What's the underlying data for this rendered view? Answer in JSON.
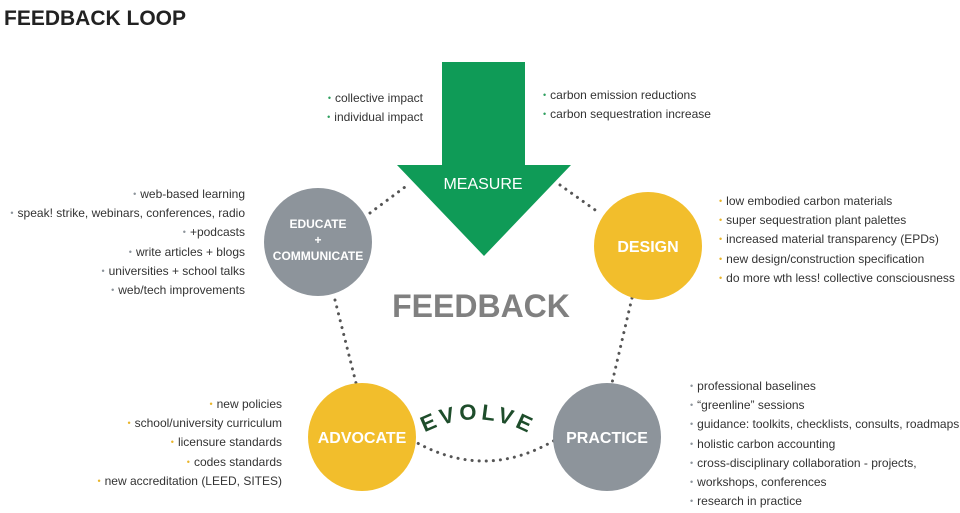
{
  "title": "FEEDBACK LOOP",
  "center_label": "FEEDBACK",
  "evolve_label": "EVOLVE",
  "colors": {
    "green": "#0f9b57",
    "yellow": "#f2be2c",
    "gray": "#8d949b",
    "dark_green": "#1e4d2b",
    "center_text": "#808080",
    "bullet_green": "#2e9f5e",
    "bullet_yellow": "#e9b52a",
    "bullet_gray": "#8d949b"
  },
  "nodes": {
    "measure": "MEASURE",
    "design": "DESIGN",
    "practice": "PRACTICE",
    "advocate": "ADVOCATE",
    "educate": [
      "EDUCATE",
      "+",
      "COMMUNICATE"
    ]
  },
  "lists": {
    "measure_left": [
      "collective impact",
      "individual impact"
    ],
    "measure_right": [
      "carbon emission reductions",
      "carbon sequestration increase"
    ],
    "design": [
      "low embodied carbon materials",
      "super sequestration plant palettes",
      "increased material transparency (EPDs)",
      "new design/construction specification",
      "do more wth less! collective consciousness"
    ],
    "practice": [
      "professional baselines",
      "“greenline” sessions",
      "guidance: toolkits, checklists, consults, roadmaps",
      "holistic carbon accounting",
      "cross-disciplinary collaboration - projects,",
      "workshops, conferences",
      "research in practice"
    ],
    "advocate": [
      "new policies",
      "school/university curriculum",
      "licensure standards",
      "codes standards",
      "new accreditation (LEED, SITES)"
    ],
    "educate": [
      "web-based learning",
      "speak! strike, webinars, conferences, radio",
      "+podcasts",
      "write articles + blogs",
      "universities + school talks",
      "web/tech improvements"
    ]
  }
}
